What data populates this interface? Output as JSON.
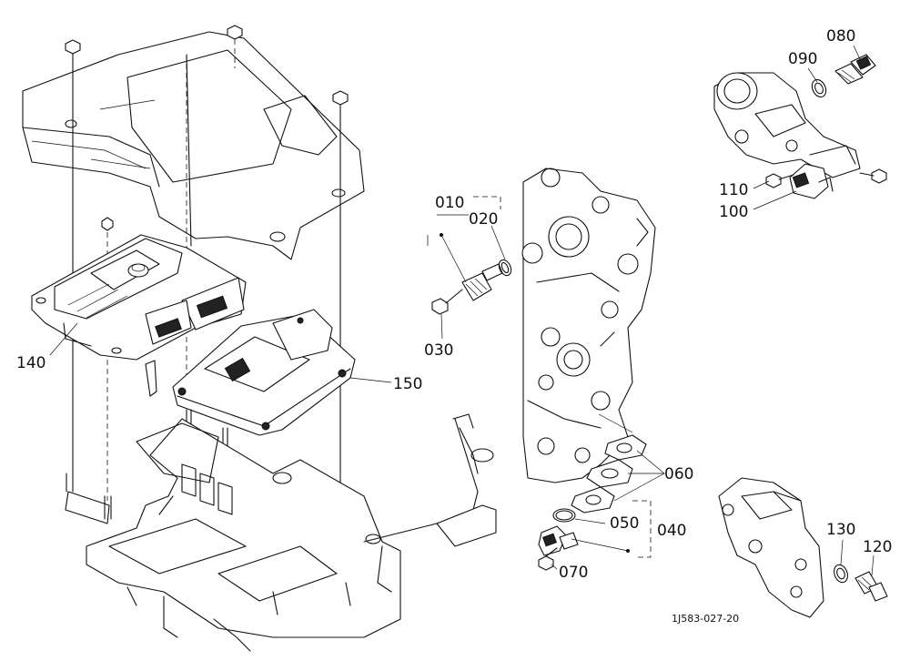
{
  "diagram_code": "1J583-027-20",
  "callouts": {
    "c010": "010",
    "c020": "020",
    "c030": "030",
    "c040": "040",
    "c050": "050",
    "c060": "060",
    "c070": "070",
    "c080": "080",
    "c090": "090",
    "c100": "100",
    "c110": "110",
    "c120": "120",
    "c130": "130",
    "c140": "140",
    "c150": "150"
  }
}
